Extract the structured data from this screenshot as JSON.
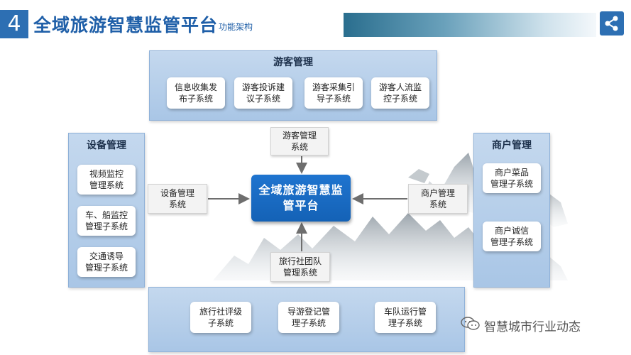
{
  "header": {
    "number": "4",
    "title": "全域旅游智慧监管平台",
    "subtitle": "功能架构"
  },
  "center": {
    "line1": "全域旅游智慧监",
    "line2": "管平台"
  },
  "tourist_panel": {
    "title": "游客管理",
    "items": [
      {
        "l1": "信息收集发",
        "l2": "布子系统"
      },
      {
        "l1": "游客投诉建",
        "l2": "议子系统"
      },
      {
        "l1": "游客采集引",
        "l2": "导子系统"
      },
      {
        "l1": "游客人流监",
        "l2": "控子系统"
      }
    ]
  },
  "device_panel": {
    "title": "设备管理",
    "items": [
      {
        "l1": "视频监控",
        "l2": "管理系统"
      },
      {
        "l1": "车、船监控",
        "l2": "管理子系统"
      },
      {
        "l1": "交通诱导",
        "l2": "管理子系统"
      }
    ]
  },
  "merchant_panel": {
    "title": "商户管理",
    "items": [
      {
        "l1": "商户菜品",
        "l2": "管理子系统"
      },
      {
        "l1": "商户诚信",
        "l2": "管理子系统"
      }
    ]
  },
  "bottom_panel": {
    "items": [
      {
        "l1": "旅行社评级",
        "l2": "子系统"
      },
      {
        "l1": "导游登记管",
        "l2": "理子系统"
      },
      {
        "l1": "车队运行管",
        "l2": "理子系统"
      }
    ]
  },
  "connectors": {
    "top": {
      "l1": "游客管理",
      "l2": "系统"
    },
    "left": {
      "l1": "设备管理",
      "l2": "系统"
    },
    "right": {
      "l1": "商户管理",
      "l2": "系统"
    },
    "bottom": {
      "l1": "旅行社团队",
      "l2": "管理系统"
    }
  },
  "watermark": "智慧城市行业动态",
  "colors": {
    "brand_blue": "#2d6fb3",
    "center_blue": "#1462b6",
    "panel_blue": "#a9c6e6",
    "arrow_gray": "#6e6e6e"
  },
  "icons": {
    "share": "share-icon",
    "wechat": "wechat-icon"
  }
}
